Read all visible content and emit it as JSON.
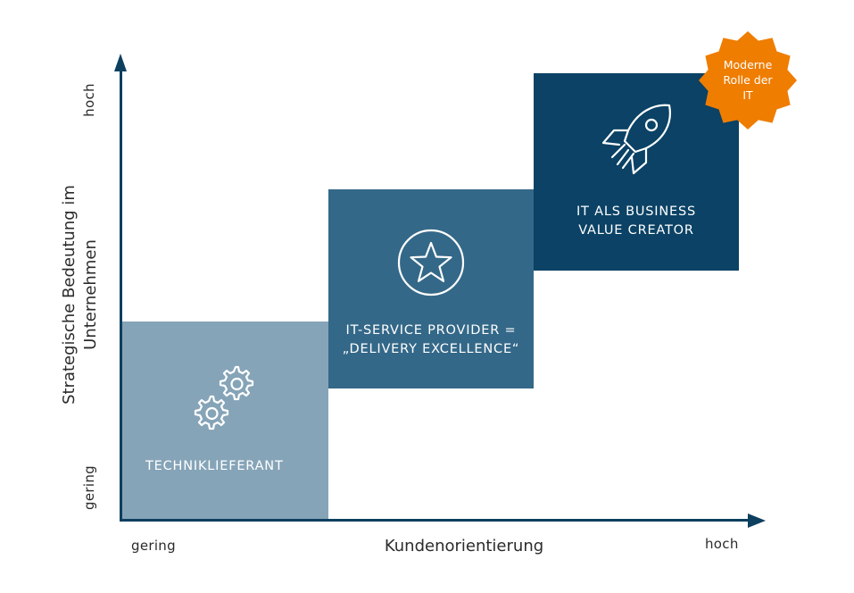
{
  "colors": {
    "axis": "#0d3f5f",
    "box_light": "#86a4b8",
    "box_mid": "#346888",
    "box_dark": "#0b4265",
    "badge": "#ef7d00",
    "text": "#2b2b2b"
  },
  "axes": {
    "y_label_line1": "Strategische Bedeutung im",
    "y_label_line2": "Unternehmen",
    "y_high": "hoch",
    "y_low": "gering",
    "x_label": "Kundenorientierung",
    "x_low": "gering",
    "x_high": "hoch"
  },
  "steps": [
    {
      "label_line1": "TECHNIKLIEFERANT",
      "label_line2": "",
      "icon": "gears-icon"
    },
    {
      "label_line1": "IT-SERVICE PROVIDER =",
      "label_line2": "„DELIVERY EXCELLENCE“",
      "icon": "star-icon"
    },
    {
      "label_line1": "IT ALS BUSINESS",
      "label_line2": "VALUE CREATOR",
      "icon": "rocket-icon"
    }
  ],
  "badge": {
    "line1": "Moderne",
    "line2": "Rolle der",
    "line3": "IT"
  }
}
